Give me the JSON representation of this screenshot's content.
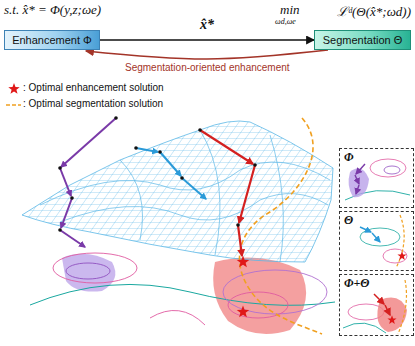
{
  "diagram": {
    "nodes": [
      {
        "text": [
          "Enhancement Φ"
        ]
      },
      {
        "text": [
          "Segmentation Θ"
        ]
      },
      {
        "text": [
          "Φ"
        ]
      },
      {
        "text": [
          "Θ"
        ]
      },
      {
        "text": [
          "Φ+Θ"
        ]
      }
    ],
    "edges": [
      {
        "from": 0,
        "to": 1,
        "arrow": "to",
        "label": "x̂*"
      },
      {
        "from": 1,
        "to": 0,
        "arrow": "to",
        "label": "Segmentation-oriented enhancement"
      }
    ],
    "labels": [
      "s.t. x̂* = Φ(y,z;ωe)",
      "min",
      "ωd,ωe",
      "ℒᵈ(Θ(x̂*;ωd))"
    ],
    "legend": [
      {
        "text": ": Optimal enhancement solution"
      },
      {
        "text": ": Optimal segmentation solution"
      }
    ]
  }
}
